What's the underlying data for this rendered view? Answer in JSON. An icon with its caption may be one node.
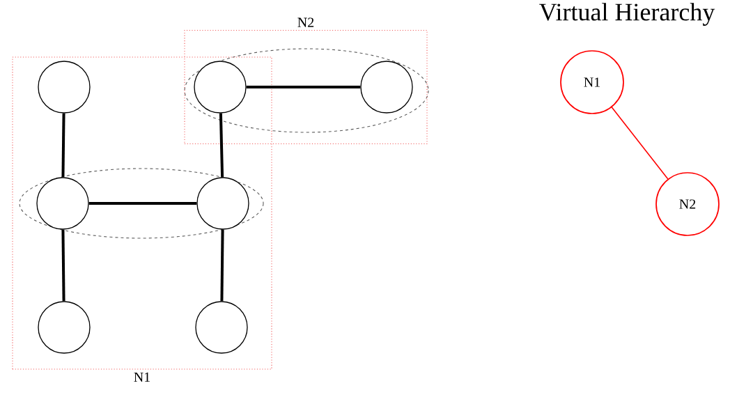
{
  "diagram": {
    "title": "Virtual Hierarchy",
    "nodes": [
      {
        "text": [
          "N1"
        ]
      },
      {
        "text": [
          "N2"
        ]
      },
      {
        "text": [],
        "shape": "circle",
        "in": 0
      },
      {
        "text": [],
        "shape": "circle"
      },
      {
        "text": [],
        "shape": "circle",
        "in": 1
      },
      {
        "text": [],
        "shape": "circle",
        "in": 0
      },
      {
        "text": [],
        "shape": "circle",
        "in": 0
      },
      {
        "text": [],
        "shape": "circle",
        "in": 0
      },
      {
        "text": [],
        "shape": "circle",
        "in": 0
      },
      {
        "text": [
          "N1"
        ]
      },
      {
        "text": [
          "N2"
        ]
      }
    ],
    "edges": [
      {
        "from": 2,
        "to": 5,
        "arrow": "none"
      },
      {
        "from": 3,
        "to": 4,
        "arrow": "none"
      },
      {
        "from": 3,
        "to": 6,
        "arrow": "none"
      },
      {
        "from": 5,
        "to": 6,
        "arrow": "none"
      },
      {
        "from": 5,
        "to": 7,
        "arrow": "none"
      },
      {
        "from": 6,
        "to": 8,
        "arrow": "none"
      },
      {
        "from": 9,
        "to": 10,
        "arrow": "none",
        "color": "#ff0000"
      }
    ]
  }
}
